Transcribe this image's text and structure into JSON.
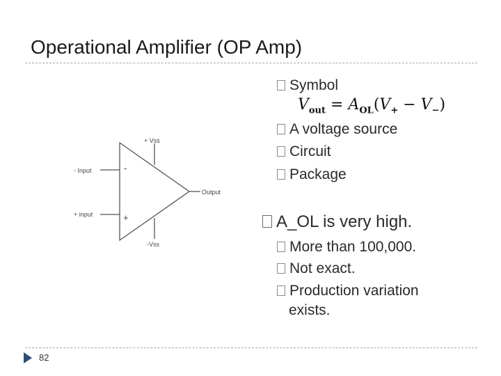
{
  "slide": {
    "title": "Operational Amplifier (OP Amp)",
    "page_number": "82"
  },
  "bullets": {
    "symbol": "Symbol",
    "voltage_source": "A voltage source",
    "circuit": "Circuit",
    "package": "Package",
    "aol": "A_OL is very high.",
    "more_than": "More than 100,000.",
    "not_exact": "Not exact.",
    "production_line1": "Production variation",
    "production_line2": "exists."
  },
  "formula": {
    "vout": "V",
    "vout_sub": "out",
    "equals": "=",
    "a": "A",
    "a_sub": "OL",
    "open": "(",
    "vplus": "V",
    "vplus_sub": "+",
    "minus": "−",
    "vminus": "V",
    "vminus_sub": "−",
    "close": ")"
  },
  "opamp": {
    "vss_pos": "+ Vss",
    "vss_neg": "-Vss",
    "minus_input": "- Input",
    "plus_input": "+ input",
    "output": "Output",
    "minus_sign": "-",
    "plus_sign": "+"
  }
}
